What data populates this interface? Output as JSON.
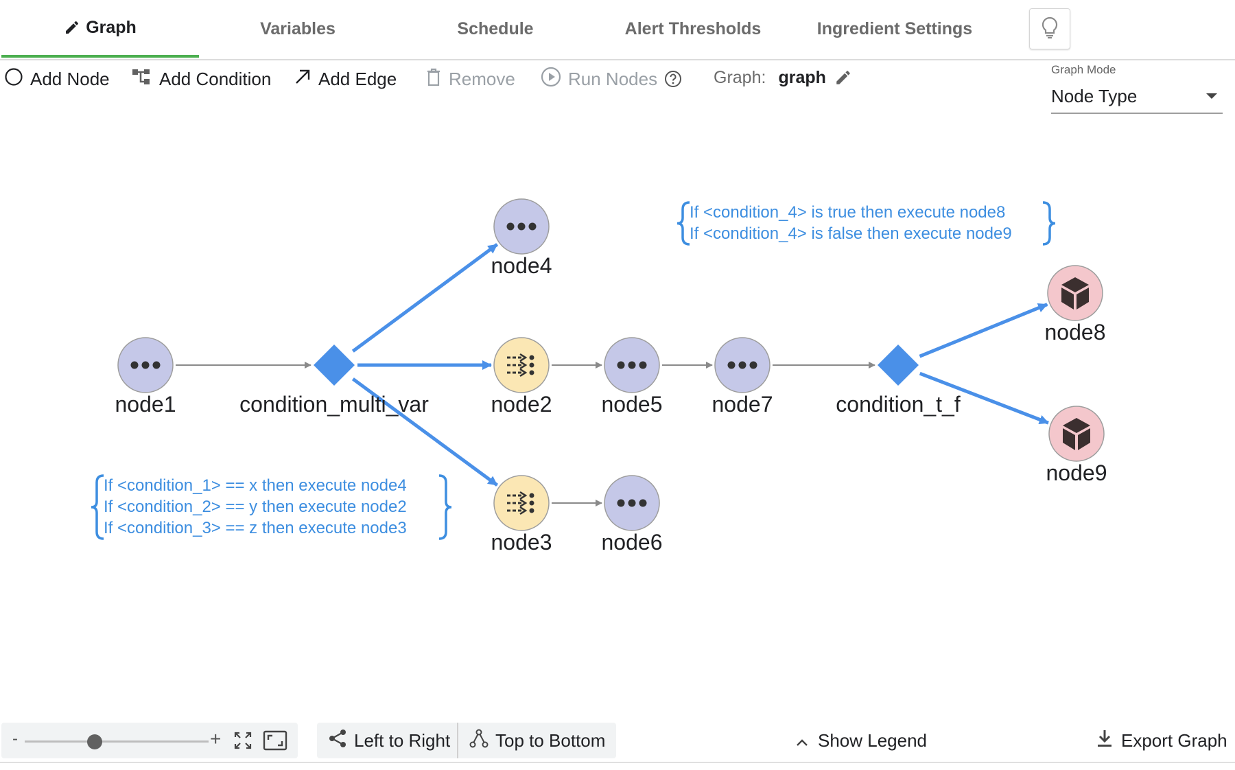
{
  "tabs": [
    {
      "label": "Graph",
      "active": true
    },
    {
      "label": "Variables"
    },
    {
      "label": "Schedule"
    },
    {
      "label": "Alert Thresholds"
    },
    {
      "label": "Ingredient Settings"
    }
  ],
  "toolbar": {
    "add_node": "Add Node",
    "add_condition": "Add Condition",
    "add_edge": "Add Edge",
    "remove": "Remove",
    "run_nodes": "Run Nodes",
    "graph_label": "Graph:",
    "graph_name": "graph"
  },
  "graph_mode": {
    "label": "Graph Mode",
    "value": "Node Type"
  },
  "graph": {
    "nodes": [
      {
        "id": "node1",
        "label": "node1",
        "kind": "generic"
      },
      {
        "id": "condition_multi_var",
        "label": "condition_multi_var",
        "kind": "condition"
      },
      {
        "id": "node4",
        "label": "node4",
        "kind": "generic"
      },
      {
        "id": "node2",
        "label": "node2",
        "kind": "transform"
      },
      {
        "id": "node3",
        "label": "node3",
        "kind": "transform"
      },
      {
        "id": "node5",
        "label": "node5",
        "kind": "generic"
      },
      {
        "id": "node6",
        "label": "node6",
        "kind": "generic"
      },
      {
        "id": "node7",
        "label": "node7",
        "kind": "generic"
      },
      {
        "id": "condition_t_f",
        "label": "condition_t_f",
        "kind": "condition"
      },
      {
        "id": "node8",
        "label": "node8",
        "kind": "package"
      },
      {
        "id": "node9",
        "label": "node9",
        "kind": "package"
      }
    ],
    "edges": [
      {
        "from": "node1",
        "to": "condition_multi_var",
        "conditional": false
      },
      {
        "from": "condition_multi_var",
        "to": "node4",
        "conditional": true
      },
      {
        "from": "condition_multi_var",
        "to": "node2",
        "conditional": true
      },
      {
        "from": "condition_multi_var",
        "to": "node3",
        "conditional": true
      },
      {
        "from": "node2",
        "to": "node5",
        "conditional": false
      },
      {
        "from": "node5",
        "to": "node7",
        "conditional": false
      },
      {
        "from": "node7",
        "to": "condition_t_f",
        "conditional": false
      },
      {
        "from": "condition_t_f",
        "to": "node8",
        "conditional": true
      },
      {
        "from": "condition_t_f",
        "to": "node9",
        "conditional": true
      },
      {
        "from": "node3",
        "to": "node6",
        "conditional": false
      }
    ],
    "annotations": {
      "condition_t_f": [
        "If <condition_4> is true then execute node8",
        "If <condition_4> is false then execute node9"
      ],
      "condition_multi_var": [
        "If <condition_1> == x then execute node4",
        "If <condition_2> == y then execute node2",
        "If <condition_3> == z then execute node3"
      ]
    },
    "colors": {
      "generic_fill": "#c5c8e8",
      "transform_fill": "#fbe7b4",
      "package_fill": "#f4c7cc",
      "condition_fill": "#4a90e8",
      "conditional_edge": "#4a90e8",
      "edge": "#8a8a8a",
      "annotation": "#3d8ee0"
    }
  },
  "bottom": {
    "zoom_minus": "-",
    "zoom_plus": "+",
    "zoom_level": 0.38,
    "left_to_right": "Left to Right",
    "top_to_bottom": "Top to Bottom",
    "show_legend": "Show Legend",
    "export_graph": "Export Graph"
  },
  "accent": "#4caf50"
}
